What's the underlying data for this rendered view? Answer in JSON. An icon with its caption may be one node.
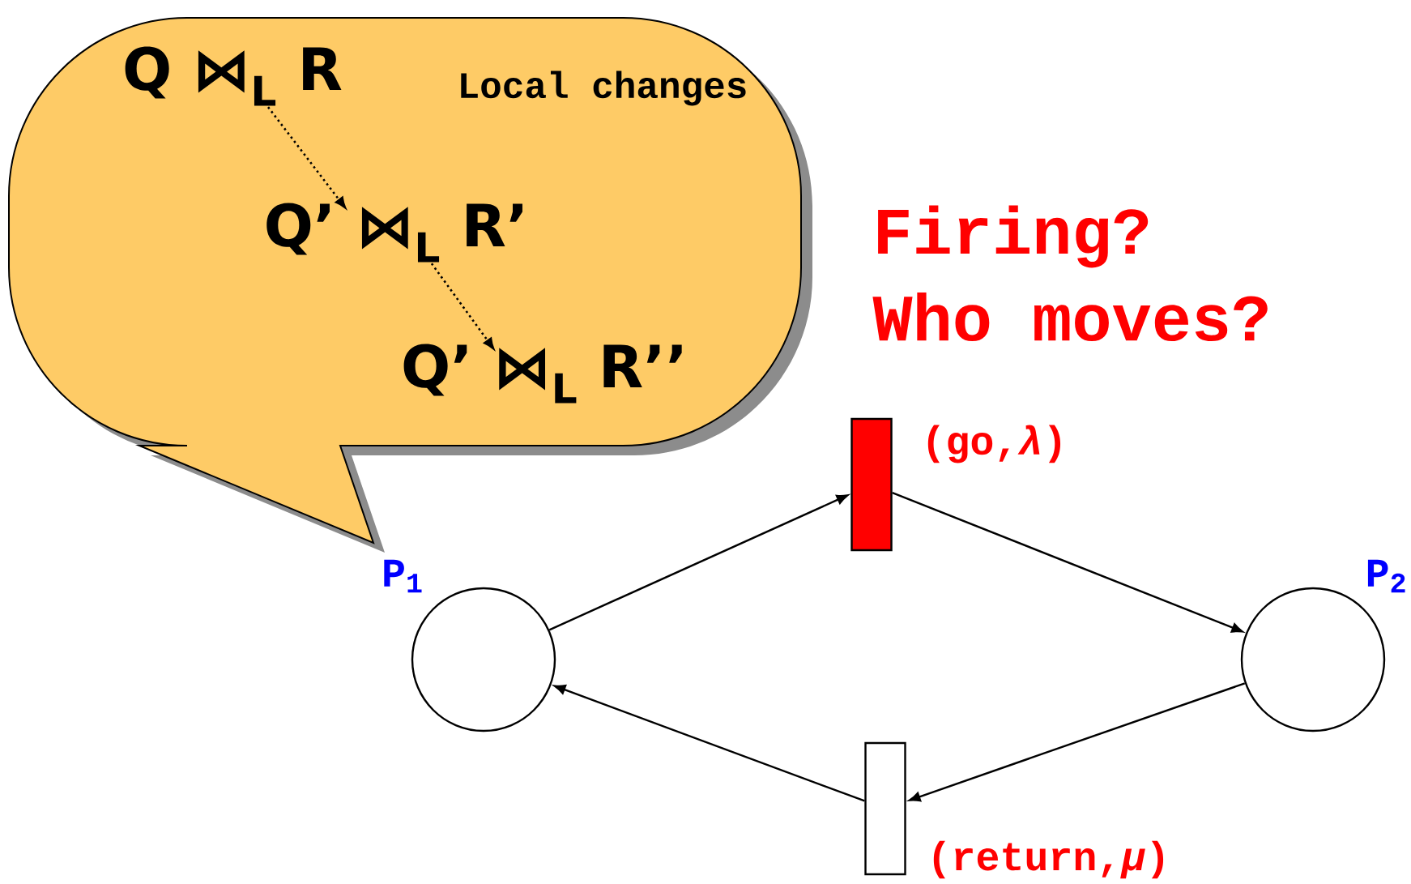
{
  "diagram": {
    "nodes": [
      {
        "text": [
          "Local changes"
        ]
      },
      {
        "text": [
          "Q ⋈$_{L}$ R"
        ],
        "in": 0
      },
      {
        "text": [
          "Q’ ⋈$_{L}$ R’"
        ],
        "in": 0
      },
      {
        "text": [
          "Q’ ⋈$_{L}$ R’’"
        ],
        "in": 0
      },
      {
        "text": [],
        "shape": "circle",
        "beside": [
          "P$_{1}$"
        ]
      },
      {
        "text": [],
        "shape": "bar",
        "beside": [
          "(go,*λ*)"
        ]
      },
      {
        "text": [],
        "shape": "circle",
        "beside": [
          "P$_{2}$"
        ]
      },
      {
        "text": [],
        "shape": "bar",
        "beside": [
          "(return,*μ*)"
        ]
      }
    ],
    "edges": [
      {
        "from": 1,
        "to": 2,
        "arrow": "to",
        "style": "dashed"
      },
      {
        "from": 2,
        "to": 3,
        "arrow": "to",
        "style": "dashed"
      },
      {
        "from": 4,
        "to": 5,
        "arrow": "to"
      },
      {
        "from": 5,
        "to": 6,
        "arrow": "to"
      },
      {
        "from": 6,
        "to": 7,
        "arrow": "to"
      },
      {
        "from": 7,
        "to": 4,
        "arrow": "to"
      }
    ],
    "labels": [
      "Firing?",
      "Who moves?"
    ]
  }
}
